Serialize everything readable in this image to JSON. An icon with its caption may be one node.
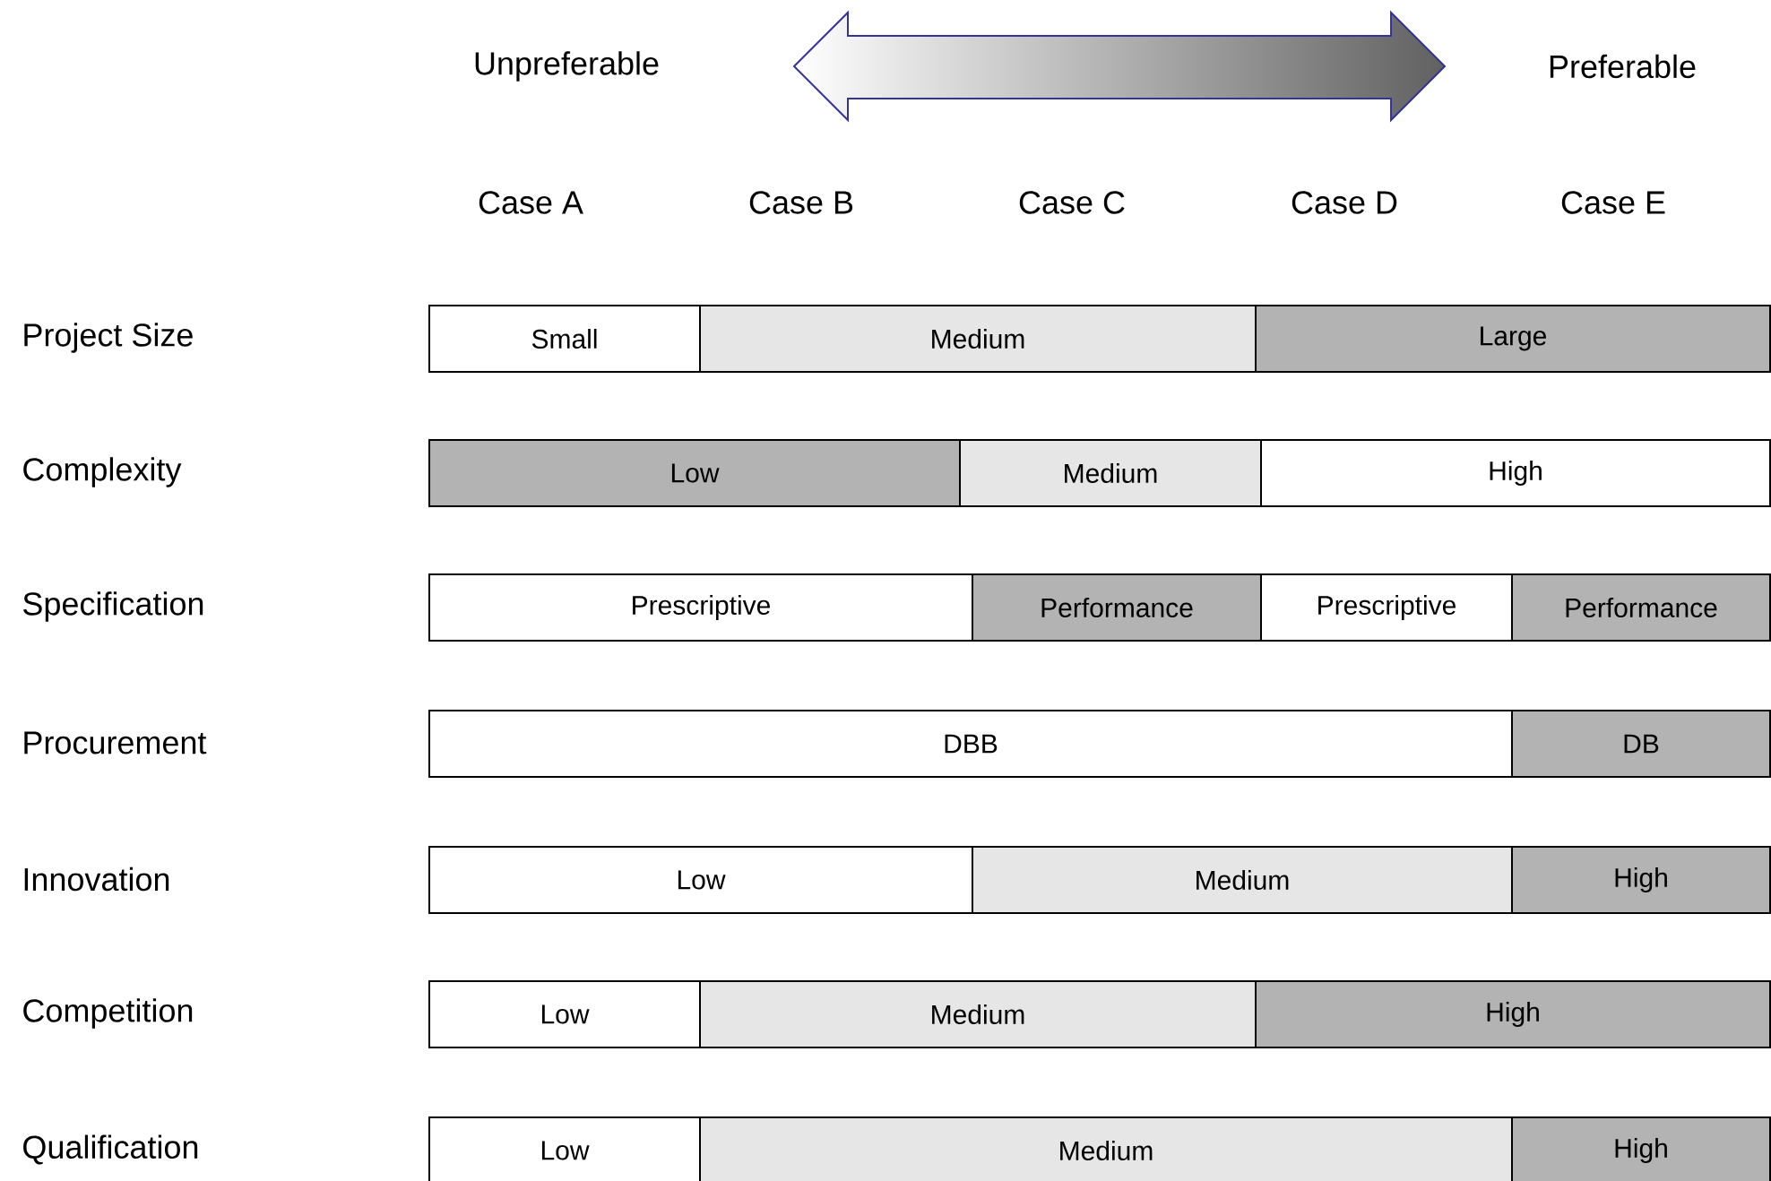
{
  "diagram": {
    "nodes": [
      {
        "text": [
          "Small"
        ]
      },
      {
        "text": [
          "Medium"
        ]
      },
      {
        "text": [
          "Large"
        ]
      },
      {
        "text": [
          "Low"
        ]
      },
      {
        "text": [
          "Medium"
        ]
      },
      {
        "text": [
          "High"
        ]
      },
      {
        "text": [
          "Prescriptive"
        ]
      },
      {
        "text": [
          "Performance"
        ]
      },
      {
        "text": [
          "Prescriptive"
        ]
      },
      {
        "text": [
          "Performance"
        ]
      },
      {
        "text": [
          "DBB"
        ]
      },
      {
        "text": [
          "DB"
        ]
      },
      {
        "text": [
          "Low"
        ]
      },
      {
        "text": [
          "Medium"
        ]
      },
      {
        "text": [
          "High"
        ]
      },
      {
        "text": [
          "Low"
        ]
      },
      {
        "text": [
          "Medium"
        ]
      },
      {
        "text": [
          "High"
        ]
      },
      {
        "text": [
          "Low"
        ]
      },
      {
        "text": [
          "Medium"
        ]
      },
      {
        "text": [
          "High"
        ]
      }
    ],
    "labels": [
      "Unpreferable",
      "Preferable",
      "Case A",
      "Case B",
      "Case C",
      "Case D",
      "Case E",
      "Project Size",
      "Complexity",
      "Specification",
      "Procurement",
      "Innovation",
      "Competition",
      "Qualification"
    ]
  }
}
